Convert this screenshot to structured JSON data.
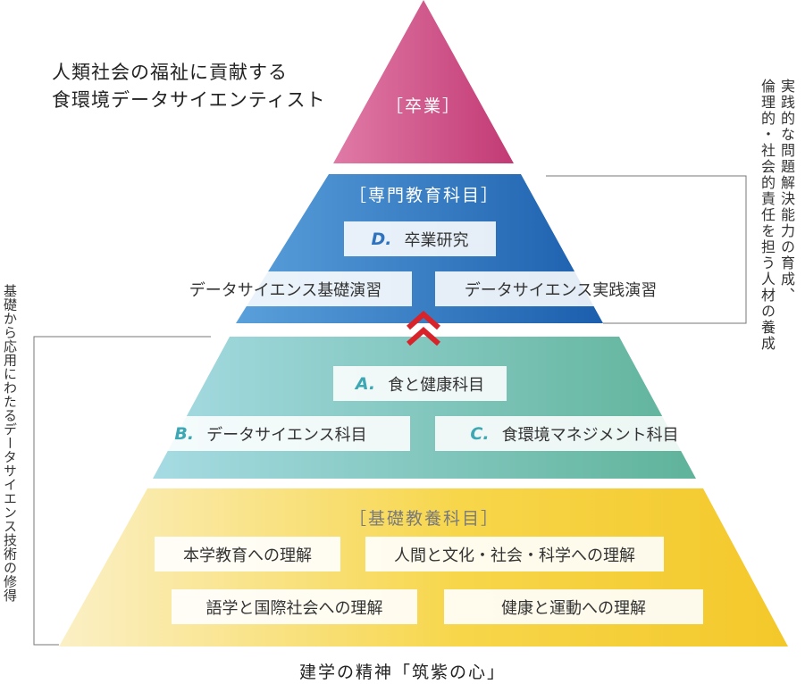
{
  "heading": {
    "line1": "人類社会の福祉に貢献する",
    "line2": "食環境データサイエンティスト"
  },
  "top_tier": {
    "label": "［卒業］"
  },
  "specialist_tier": {
    "label": "［専門教育科目］",
    "items": [
      {
        "letter": "D.",
        "text": "卒業研究"
      },
      {
        "letter": "",
        "text": "データサイエンス基礎演習"
      },
      {
        "letter": "",
        "text": "データサイエンス実践演習"
      }
    ]
  },
  "foundation_tier": {
    "items": [
      {
        "letter": "A.",
        "text": "食と健康科目"
      },
      {
        "letter": "B.",
        "text": "データサイエンス科目"
      },
      {
        "letter": "C.",
        "text": "食環境マネジメント科目"
      }
    ]
  },
  "liberal_arts_tier": {
    "label": "［基礎教養科目］",
    "items": [
      "本学教育への理解",
      "人間と文化・社会・科学への理解",
      "語学と国際社会への理解",
      "健康と運動への理解"
    ]
  },
  "right_note": {
    "line1": "実践的な問題解決能力の育成、",
    "line2": "倫理的・社会的責任を担う人材の養成"
  },
  "left_note": "基礎から応用にわたるデータサイエンス技術の修得",
  "bottom_caption": "建学の精神「筑紫の心」",
  "colors": {
    "top": "#c6417a",
    "specialist": "#2f73bf",
    "foundation": "#5fb8b0",
    "liberal_arts": "#f6d13a",
    "letter_blue": "#2f73bf",
    "letter_teal": "#3da7b3",
    "chevron": "#d8232a"
  }
}
